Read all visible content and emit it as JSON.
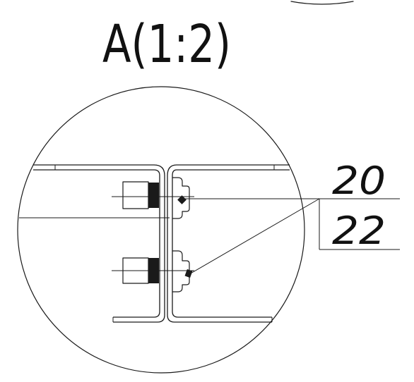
{
  "view": {
    "title": "A(1:2)"
  },
  "callouts": [
    {
      "label": "20"
    },
    {
      "label": "22"
    }
  ]
}
